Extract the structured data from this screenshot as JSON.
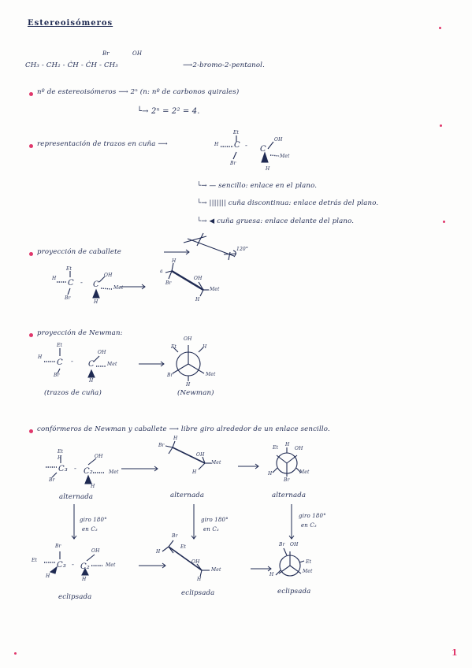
{
  "title": "Estereoisómeros",
  "formula": {
    "br": "Br",
    "oh": "OH",
    "chain": "CH₃ - CH₂ - ĊH - ĊH - CH₃",
    "name": "⟶2-bromo-2-pentanol."
  },
  "sections": {
    "count": {
      "line": "nº de estereoisómeros ⟶ 2ⁿ  (n: nº de carbonos quirales)",
      "calc": "└→ 2ⁿ = 2² = 4."
    },
    "wedge": {
      "line": "representación de trazos en cuña ⟶",
      "legend": [
        "└→ — sencillo: enlace en el plano.",
        "└→ ||||||| cuña discontinua: enlace detrás del plano.",
        "└→ ◀ cuña gruesa: enlace delante del plano."
      ]
    },
    "sawhorse": {
      "line": "proyección de caballete"
    },
    "newman": {
      "line": "proyección de Newman:",
      "cap_left": "(trazos de cuña)",
      "cap_right": "(Newman)"
    },
    "conformers": {
      "line": "confórmeros de Newman y caballete ⟶ libre giro alrededor de un enlace sencillo.",
      "staggered": [
        "alternada",
        "alternada",
        "alternada"
      ],
      "eclipsed": [
        "eclipsada",
        "eclipsada",
        "eclipsada"
      ],
      "rotation": [
        "giro 180°",
        "en C₃"
      ]
    }
  },
  "labels": {
    "et": "Et",
    "met": "Met",
    "h": "H",
    "br": "Br",
    "oh": "OH",
    "c": "C",
    "c2": "C₂",
    "c3": "C₃",
    "deg": "120°",
    "a": "a"
  },
  "page_number": "1",
  "colors": {
    "ink": "#1f2a52",
    "bullet": "#e0376b",
    "paper": "#fdfdfc"
  }
}
